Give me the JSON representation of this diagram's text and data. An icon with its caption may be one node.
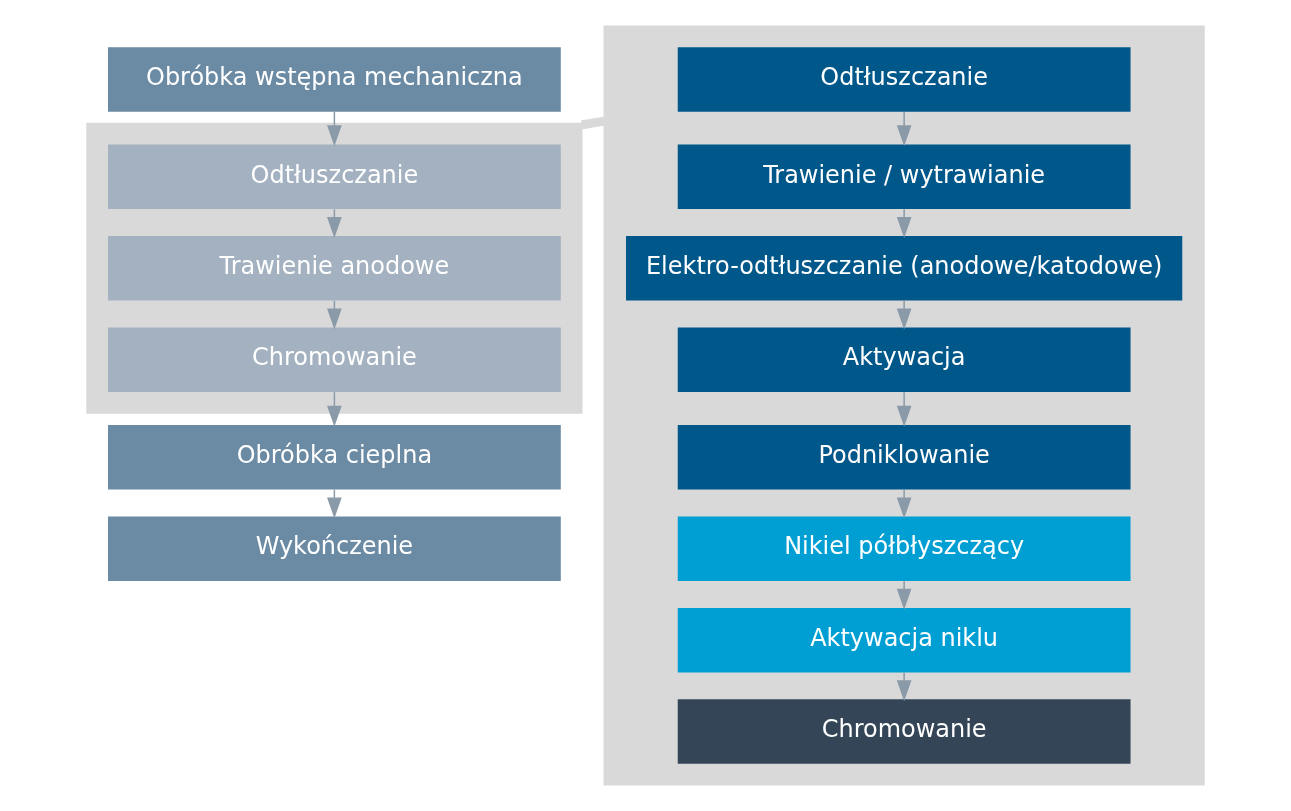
{
  "diagram": {
    "nodes": [
      {
        "text": [
          "Obróbka wstępna mechaniczna"
        ]
      },
      {
        "text": [],
        "shape": "box"
      },
      {
        "text": [
          "Odtłuszczanie"
        ],
        "in": 1
      },
      {
        "text": [
          "Trawienie anodowe"
        ],
        "in": 1
      },
      {
        "text": [
          "Chromowanie"
        ],
        "in": 1
      },
      {
        "text": [
          "Obróbka cieplna"
        ]
      },
      {
        "text": [
          "Wykończenie"
        ]
      },
      {
        "text": [],
        "shape": "box"
      },
      {
        "text": [
          "Odtłuszczanie"
        ],
        "in": 7
      },
      {
        "text": [
          "Trawienie / wytrawianie"
        ],
        "in": 7
      },
      {
        "text": [
          "Elektro-odtłuszczanie (anodowe/katodowe)"
        ],
        "in": 7
      },
      {
        "text": [
          "Aktywacja"
        ],
        "in": 7
      },
      {
        "text": [
          "Podniklowanie"
        ],
        "in": 7
      },
      {
        "text": [
          "Nikiel półbłyszczący"
        ],
        "in": 7
      },
      {
        "text": [
          "Aktywacja niklu"
        ],
        "in": 7
      },
      {
        "text": [
          "Chromowanie"
        ],
        "in": 7
      }
    ],
    "edges": [
      {
        "from": 0,
        "to": 2,
        "arrow": "to"
      },
      {
        "from": 2,
        "to": 3,
        "arrow": "to"
      },
      {
        "from": 3,
        "to": 4,
        "arrow": "to"
      },
      {
        "from": 4,
        "to": 5,
        "arrow": "to"
      },
      {
        "from": 5,
        "to": 6,
        "arrow": "to"
      },
      {
        "from": 1,
        "to": 7,
        "arrow": "none",
        "style": "thick",
        "color": "#d9d9d9"
      },
      {
        "from": 8,
        "to": 9,
        "arrow": "to"
      },
      {
        "from": 9,
        "to": 10,
        "arrow": "to"
      },
      {
        "from": 10,
        "to": 11,
        "arrow": "to"
      },
      {
        "from": 11,
        "to": 12,
        "arrow": "to"
      },
      {
        "from": 12,
        "to": 13,
        "arrow": "to"
      },
      {
        "from": 13,
        "to": 14,
        "arrow": "to"
      },
      {
        "from": 14,
        "to": 15,
        "arrow": "to"
      }
    ]
  }
}
